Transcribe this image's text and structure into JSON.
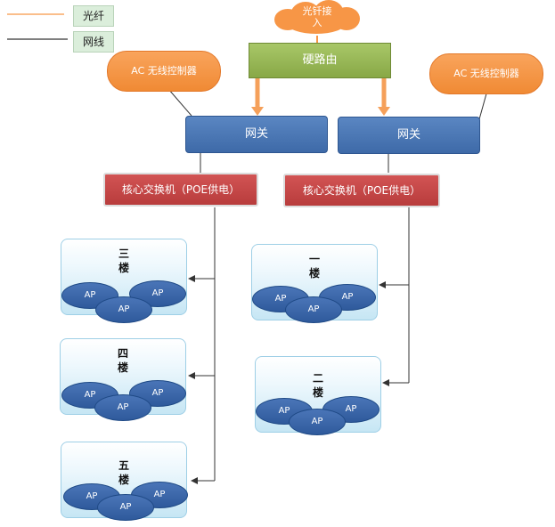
{
  "legend": {
    "fiber_label": "光纤",
    "cable_label": "网线"
  },
  "colors": {
    "fiber_line": "#f79646",
    "cable_line": "#333333",
    "cloud": "#f79646",
    "router": "#9bbb59",
    "ac_controller": "#f79646",
    "gateway": "#4f81bd",
    "core_switch": "#c0504d",
    "ap": "#3a66aa"
  },
  "fiber_access": {
    "label_line1": "光钎接",
    "label_line2": "入"
  },
  "router": {
    "label": "硬路由"
  },
  "ac_controllers": [
    {
      "label": "AC 无线控制器"
    },
    {
      "label": "AC 无线控制器"
    }
  ],
  "gateways": [
    {
      "label": "网关"
    },
    {
      "label": "网关"
    }
  ],
  "core_switches": [
    {
      "label": "核心交换机（POE供电）"
    },
    {
      "label": "核心交换机（POE供电）"
    }
  ],
  "floors": [
    {
      "name": "三楼",
      "ch1": "三",
      "ch2": "楼",
      "aps": [
        "AP",
        "AP",
        "AP"
      ]
    },
    {
      "name": "四楼",
      "ch1": "四",
      "ch2": "楼",
      "aps": [
        "AP",
        "AP",
        "AP"
      ]
    },
    {
      "name": "五楼",
      "ch1": "五",
      "ch2": "楼",
      "aps": [
        "AP",
        "AP",
        "AP"
      ]
    },
    {
      "name": "一楼",
      "ch1": "一",
      "ch2": "楼",
      "aps": [
        "AP",
        "AP",
        "AP"
      ]
    },
    {
      "name": "二楼",
      "ch1": "二",
      "ch2": "楼",
      "aps": [
        "AP",
        "AP",
        "AP"
      ]
    }
  ]
}
